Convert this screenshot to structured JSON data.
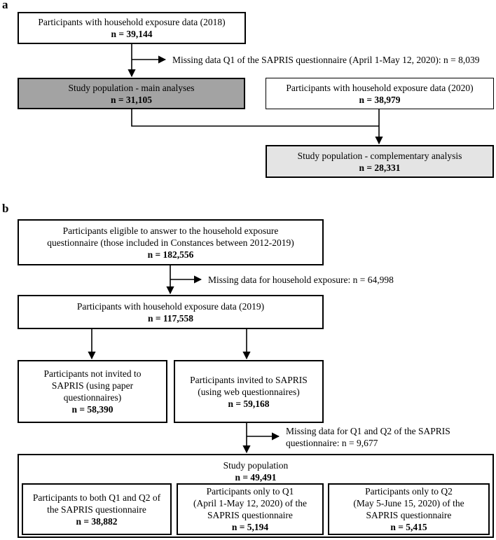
{
  "panel_a": {
    "label": "a",
    "box_2018": {
      "text": "Participants with household exposure data (2018)",
      "n": "n = 39,144"
    },
    "missing_note": "Missing data Q1 of the SAPRIS questionnaire (April 1-May 12, 2020): n = 8,039",
    "main_pop": {
      "text": "Study population - main analyses",
      "n": "n = 31,105"
    },
    "box_2020": {
      "text": "Participants with household exposure data (2020)",
      "n": "n = 38,979"
    },
    "comp_pop": {
      "text": "Study population - complementary analysis",
      "n": "n = 28,331"
    }
  },
  "panel_b": {
    "label": "b",
    "eligible": {
      "lines": [
        "Participants eligible to answer to the household exposure",
        "questionnaire (those included in Constances between 2012-2019)"
      ],
      "n": "n = 182,556"
    },
    "missing_exposure_note": "Missing data for household exposure: n = 64,998",
    "box_2019": {
      "text": "Participants with household exposure data (2019)",
      "n": "n = 117,558"
    },
    "not_invited": {
      "lines": [
        "Participants not invited to",
        "SAPRIS (using paper",
        "questionnaires)"
      ],
      "n": "n = 58,390"
    },
    "invited": {
      "lines": [
        "Participants invited to SAPRIS",
        "(using web questionnaires)"
      ],
      "n": "n = 59,168"
    },
    "missing_q_note": [
      "Missing data for Q1 and Q2 of the SAPRIS",
      "questionnaire: n = 9,677"
    ],
    "study_pop": {
      "text": "Study population",
      "n": "n = 49,491"
    },
    "both": {
      "lines": [
        "Participants to both Q1 and Q2 of",
        "the SAPRIS questionnaire"
      ],
      "n": "n = 38,882"
    },
    "only_q1": {
      "lines": [
        "Participants only to Q1",
        "(April 1-May 12, 2020) of the",
        "SAPRIS questionnaire"
      ],
      "n": "n = 5,194"
    },
    "only_q2": {
      "lines": [
        "Participants only to Q2",
        "(May 5-June 15, 2020) of the",
        "SAPRIS questionnaire"
      ],
      "n": "n = 5,415"
    }
  }
}
